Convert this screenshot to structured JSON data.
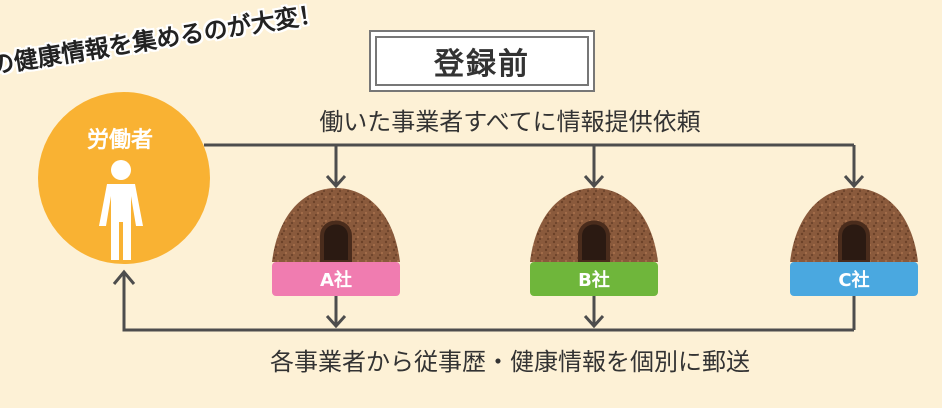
{
  "title": "登録前",
  "banner_text": "の健康情報を集めるのが大変！",
  "worker": {
    "label": "労働者",
    "icon": "person-icon"
  },
  "top_flow_label": "働いた事業者すべてに情報提供依頼",
  "bottom_flow_label": "各事業者から従事歴・健康情報を個別に郵送",
  "companies": [
    {
      "label": "A社",
      "color": "#f07cb0"
    },
    {
      "label": "B社",
      "color": "#6fb63b"
    },
    {
      "label": "C社",
      "color": "#4aa8e0"
    }
  ],
  "colors": {
    "panel_background": "#fdf1d6",
    "worker_circle": "#f9b233",
    "arrow": "#4d4d4d",
    "mound": "#8a5a3c"
  }
}
